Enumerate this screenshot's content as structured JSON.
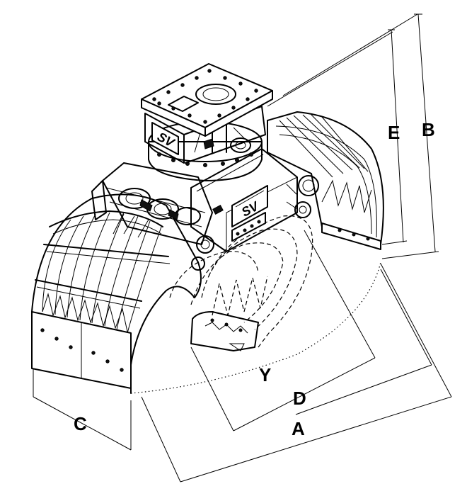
{
  "dimensions": {
    "a": "A",
    "b": "B",
    "c": "C",
    "d": "D",
    "e": "E",
    "y": "Y"
  },
  "logo": {
    "text": "SV"
  }
}
